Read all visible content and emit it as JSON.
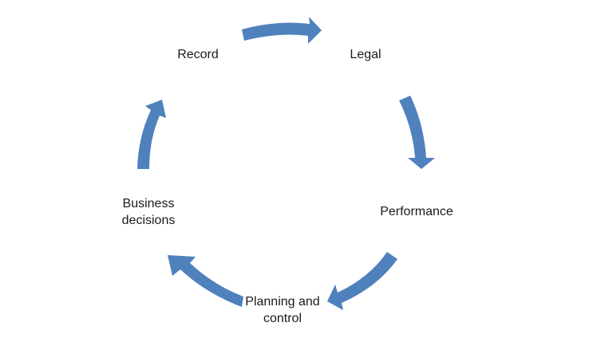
{
  "diagram": {
    "nodes": [
      {
        "id": "record",
        "lines": [
          "Record"
        ]
      },
      {
        "id": "legal",
        "lines": [
          "Legal"
        ]
      },
      {
        "id": "performance",
        "lines": [
          "Performance"
        ]
      },
      {
        "id": "planning",
        "lines": [
          "Planning and",
          "control"
        ]
      },
      {
        "id": "business",
        "lines": [
          "Business",
          "decisions"
        ]
      }
    ],
    "edges": [
      {
        "from": "record",
        "to": "legal"
      },
      {
        "from": "legal",
        "to": "performance"
      },
      {
        "from": "performance",
        "to": "planning"
      },
      {
        "from": "planning",
        "to": "business"
      },
      {
        "from": "business",
        "to": "record"
      }
    ],
    "arrow_color": "#4f81bd"
  }
}
